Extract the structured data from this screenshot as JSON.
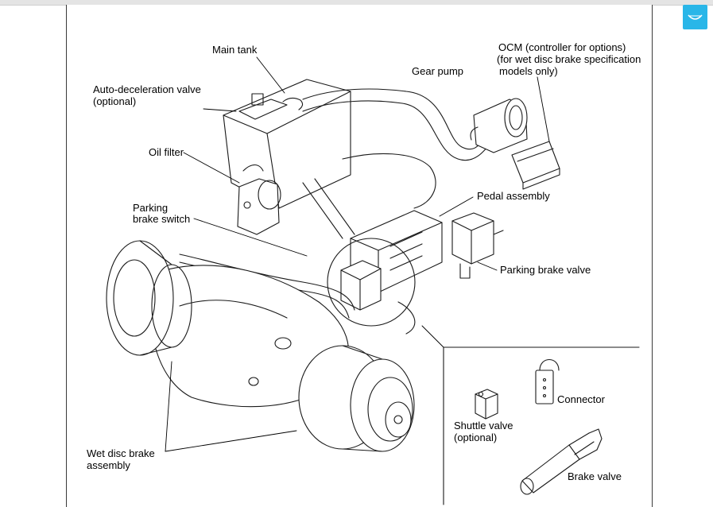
{
  "labels": {
    "main_tank": "Main tank",
    "gear_pump": "Gear pump",
    "ocm_1": "OCM (controller for options)",
    "ocm_2": "(for wet disc brake specification",
    "ocm_3": "models only)",
    "auto_decel_1": "Auto-deceleration valve",
    "auto_decel_2": "(optional)",
    "oil_filter": "Oil filter",
    "parking_switch_1": "Parking",
    "parking_switch_2": "brake switch",
    "pedal_assembly": "Pedal assembly",
    "parking_valve": "Parking brake valve",
    "connector": "Connector",
    "shuttle_1": "Shuttle valve",
    "shuttle_2": "(optional)",
    "wet_disc_1": "Wet disc brake",
    "wet_disc_2": "assembly",
    "brake_valve": "Brake valve"
  },
  "viewer": {
    "accent_color": "#29b6e8",
    "corner_button_icon": "viewer-toggle-icon"
  }
}
